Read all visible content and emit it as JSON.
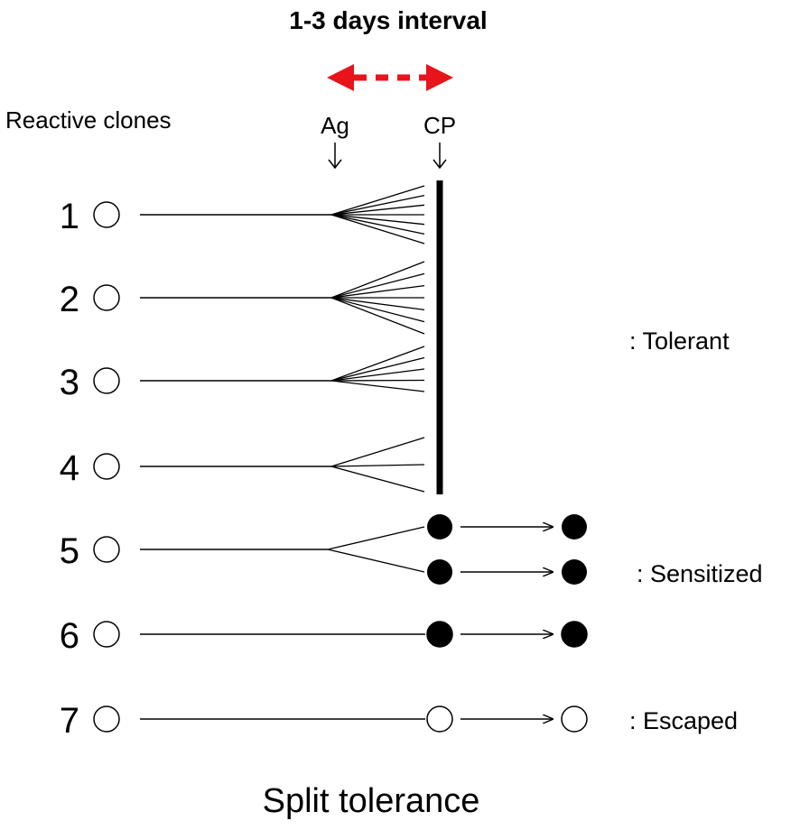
{
  "header": {
    "interval_label": "1-3 days interval",
    "reactive_clones_label": "Reactive clones",
    "ag_label": "Ag",
    "cp_label": "CP"
  },
  "clones": [
    {
      "number": "1",
      "branches": 7,
      "outcome": "tolerant"
    },
    {
      "number": "2",
      "branches": 7,
      "outcome": "tolerant"
    },
    {
      "number": "3",
      "branches": 5,
      "outcome": "tolerant"
    },
    {
      "number": "4",
      "branches": 3,
      "outcome": "tolerant"
    },
    {
      "number": "5",
      "branches": 2,
      "outcome": "sensitized"
    },
    {
      "number": "6",
      "branches": 1,
      "outcome": "sensitized"
    },
    {
      "number": "7",
      "branches": 1,
      "outcome": "escaped"
    }
  ],
  "outcome_labels": {
    "tolerant": ": Tolerant",
    "sensitized": ": Sensitized",
    "escaped": ": Escaped"
  },
  "title": "Split tolerance",
  "colors": {
    "interval_accent": "#e8141c",
    "line": "#000000",
    "background": "#ffffff"
  }
}
